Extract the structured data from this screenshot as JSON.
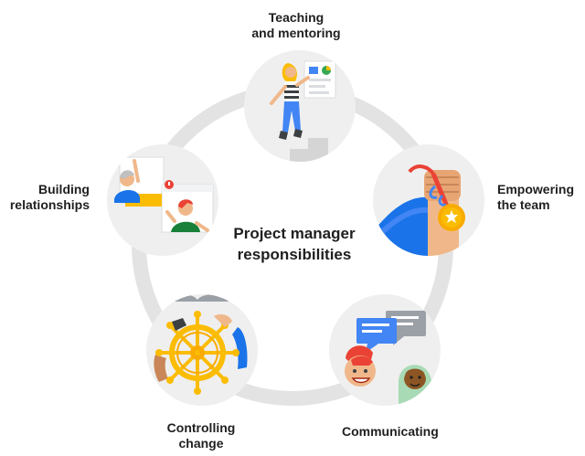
{
  "diagram": {
    "title": "Project manager\nresponsibilities",
    "nodes": [
      {
        "label": "Teaching\nand mentoring",
        "icon": "teacher-at-whiteboard-icon"
      },
      {
        "label": "Empowering\nthe team",
        "icon": "fist-with-medal-icon"
      },
      {
        "label": "Communicating",
        "icon": "two-people-talking-icon"
      },
      {
        "label": "Controlling\nchange",
        "icon": "ship-wheel-icon"
      },
      {
        "label": "Building\nrelationships",
        "icon": "video-call-icon"
      }
    ],
    "colors": {
      "ring": "#e3e3e3",
      "node_bg": "#efefef",
      "blue": "#4285f4",
      "yellow": "#fbbc04",
      "red": "#ea4335",
      "green": "#188038"
    }
  }
}
